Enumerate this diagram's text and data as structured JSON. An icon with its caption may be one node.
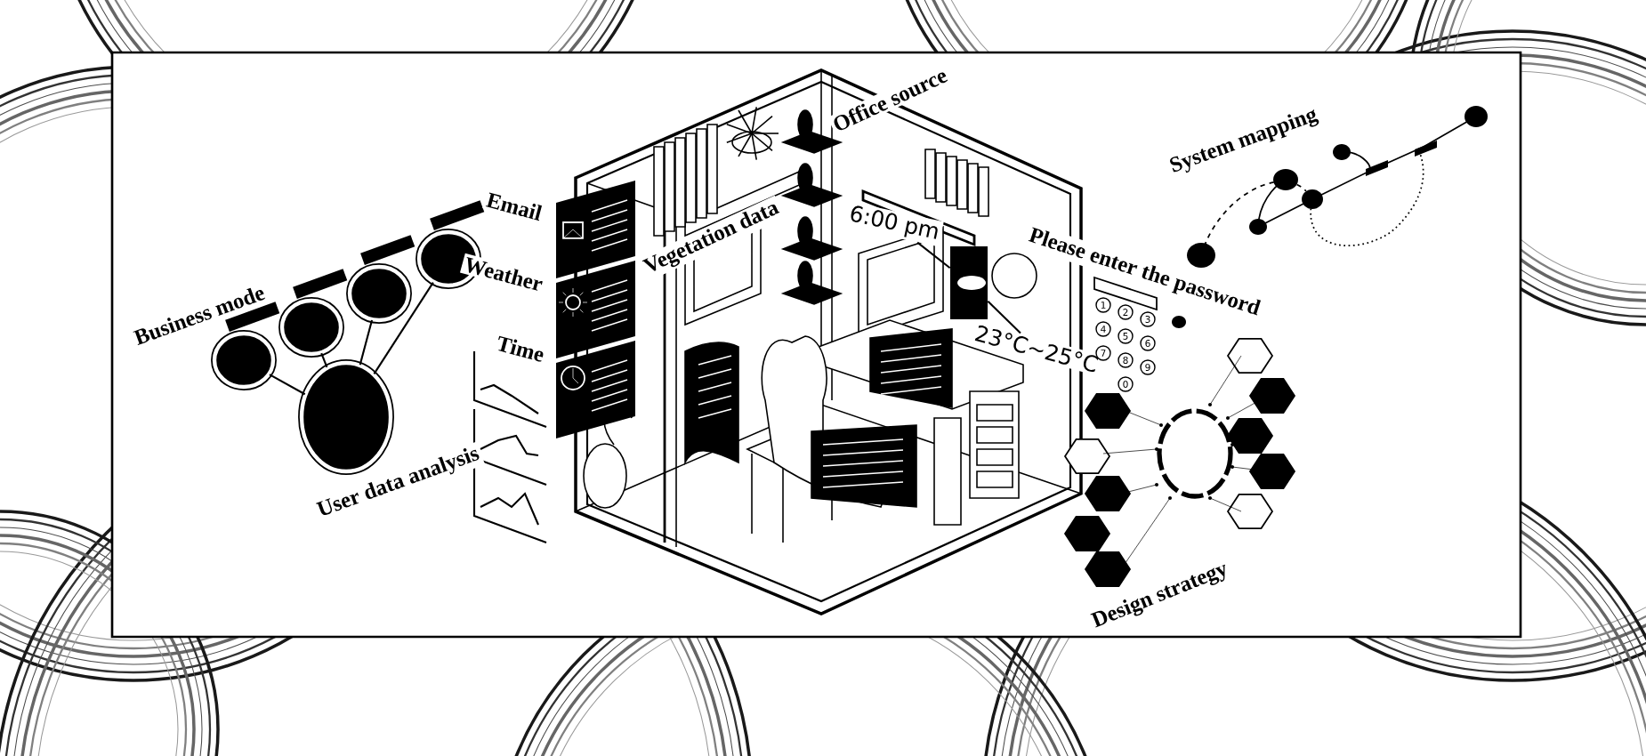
{
  "diagram": {
    "nodes": [
      {
        "text": [],
        "shape": "circle"
      },
      {
        "text": [],
        "shape": "circle"
      },
      {
        "text": [],
        "shape": "circle"
      },
      {
        "text": [],
        "shape": "circle"
      },
      {
        "text": [],
        "shape": "circle"
      },
      {
        "text": [
          "6:00 pm"
        ]
      },
      {
        "text": [
          "23°C~25°C"
        ]
      },
      {
        "text": [],
        "shape": "box"
      }
    ],
    "edges": [
      {
        "from": 0,
        "to": 4,
        "arrow": "none"
      },
      {
        "from": 1,
        "to": 4,
        "arrow": "none"
      },
      {
        "from": 2,
        "to": 4,
        "arrow": "none"
      },
      {
        "from": 3,
        "to": 4,
        "arrow": "none"
      },
      {
        "from": 5,
        "to": 7,
        "arrow": "none"
      },
      {
        "from": 6,
        "to": 7,
        "arrow": "none"
      }
    ],
    "labels": [
      "Office source",
      "System mapping",
      "Email",
      "Vegetation data",
      "Weather",
      "Please enter the password",
      "Business mode",
      "Time",
      "1",
      "2",
      "3",
      "4",
      "5",
      "6",
      "7",
      "8",
      "9",
      "0",
      "User data analysis",
      "Design strategy"
    ]
  }
}
